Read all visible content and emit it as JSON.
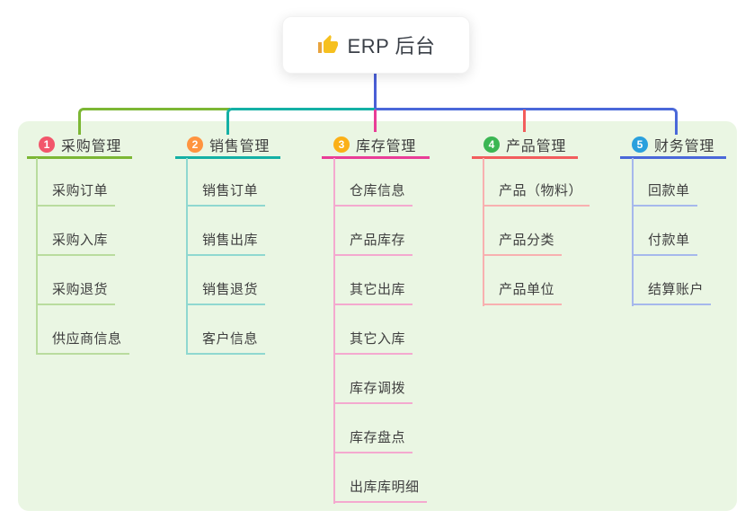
{
  "root": {
    "label": "ERP 后台",
    "icon": "thumbs-up"
  },
  "branches": [
    {
      "num": "1",
      "label": "采购管理",
      "badge_color": "#f2566b",
      "line_color": "#7cb734",
      "light_color": "#b9dc9e",
      "children": [
        "采购订单",
        "采购入库",
        "采购退货",
        "供应商信息"
      ]
    },
    {
      "num": "2",
      "label": "销售管理",
      "badge_color": "#ff9440",
      "line_color": "#14b0a5",
      "light_color": "#8fd8d0",
      "children": [
        "销售订单",
        "销售出库",
        "销售退货",
        "客户信息"
      ]
    },
    {
      "num": "3",
      "label": "库存管理",
      "badge_color": "#fbb017",
      "line_color": "#e93d97",
      "light_color": "#f4a9cf",
      "children": [
        "仓库信息",
        "产品库存",
        "其它出库",
        "其它入库",
        "库存调拨",
        "库存盘点",
        "出库库明细"
      ]
    },
    {
      "num": "4",
      "label": "产品管理",
      "badge_color": "#3bb653",
      "line_color": "#f25d5d",
      "light_color": "#f8b0b0",
      "children": [
        "产品（物料）",
        "产品分类",
        "产品单位"
      ]
    },
    {
      "num": "5",
      "label": "财务管理",
      "badge_color": "#2aa0dd",
      "line_color": "#4a68d9",
      "light_color": "#a6b8ec",
      "children": [
        "回款单",
        "付款单",
        "结算账户"
      ]
    }
  ],
  "colors": {
    "panel_bg": "#eaf6e3",
    "root_stem": "#4a5fd6",
    "header_text": "#3d3d3d",
    "child_text": "#3f3f3f",
    "thumb_icon": "#f6c01f"
  }
}
